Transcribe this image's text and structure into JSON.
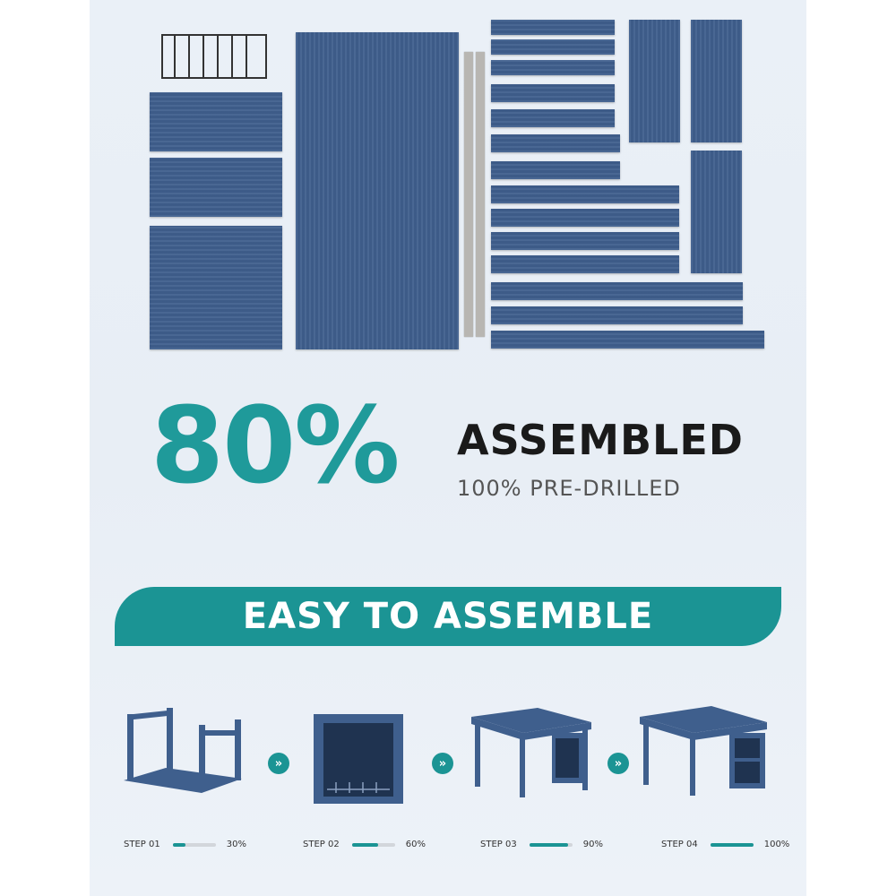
{
  "headline": {
    "percent": "80%",
    "main": "ASSEMBLED",
    "sub": "100% PRE-DRILLED"
  },
  "banner": {
    "label": "EASY TO ASSEMBLE"
  },
  "steps": [
    {
      "label": "STEP 01",
      "percent_text": "30%",
      "progress": 0.3
    },
    {
      "label": "STEP 02",
      "percent_text": "60%",
      "progress": 0.6
    },
    {
      "label": "STEP 03",
      "percent_text": "90%",
      "progress": 0.9
    },
    {
      "label": "STEP 04",
      "percent_text": "100%",
      "progress": 1.0
    }
  ],
  "colors": {
    "panel_blue": "#3f5f8d",
    "accent_teal": "#1b9494",
    "headline_teal": "#1f9a9a"
  },
  "icons": {
    "step_arrow": "double-chevron-right-icon"
  }
}
